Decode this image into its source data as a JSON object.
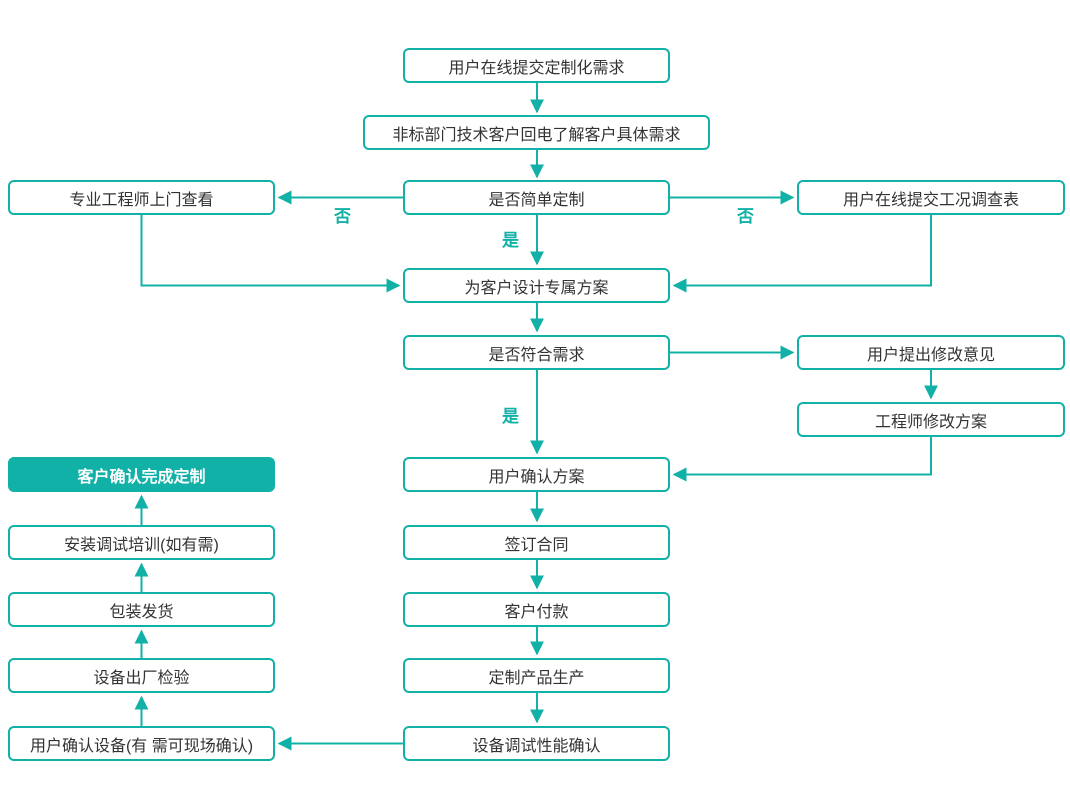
{
  "nodes": {
    "submit_requirement": {
      "label": "用户在线提交定制化需求"
    },
    "callback": {
      "label": "非标部门技术客户回电了解客户具体需求"
    },
    "engineer_visit": {
      "label": "专业工程师上门查看"
    },
    "simple_check": {
      "label": "是否简单定制"
    },
    "survey_form": {
      "label": "用户在线提交工况调查表"
    },
    "design_plan": {
      "label": "为客户设计专属方案"
    },
    "meet_check": {
      "label": "是否符合需求"
    },
    "feedback": {
      "label": "用户提出修改意见"
    },
    "revise_plan": {
      "label": "工程师修改方案"
    },
    "confirm_plan": {
      "label": "用户确认方案"
    },
    "sign_contract": {
      "label": "签订合同"
    },
    "payment": {
      "label": "客户付款"
    },
    "production": {
      "label": "定制产品生产"
    },
    "debug_confirm": {
      "label": "设备调试性能确认"
    },
    "device_confirm": {
      "label": "用户确认设备(有 需可现场确认)"
    },
    "factory_inspection": {
      "label": "设备出厂检验"
    },
    "shipping": {
      "label": "包装发货"
    },
    "training": {
      "label": "安装调试培训(如有需)"
    },
    "complete": {
      "label": "客户确认完成定制"
    }
  },
  "edge_labels": {
    "no_left": "否",
    "no_right": "否",
    "yes_design": "是",
    "yes_confirm": "是"
  },
  "colors": {
    "accent": "#12b1a8",
    "node_bg": "#ffffff",
    "node_text": "#333333",
    "final_bg": "#12b1a8",
    "final_text": "#ffffff",
    "canvas_bg": "#ffffff"
  }
}
